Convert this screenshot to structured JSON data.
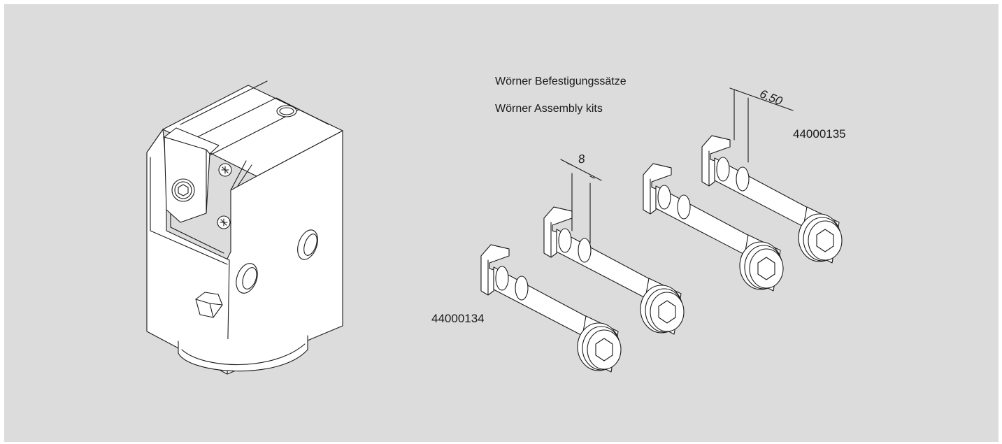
{
  "background_color": "#dcdcdc",
  "title_de": "Wörner Befestigungssätze",
  "title_en": "Wörner Assembly kits",
  "part_numbers": {
    "left": "44000134",
    "right": "44000135"
  },
  "dimensions": {
    "slot_width": "8",
    "offset": "6,50"
  }
}
